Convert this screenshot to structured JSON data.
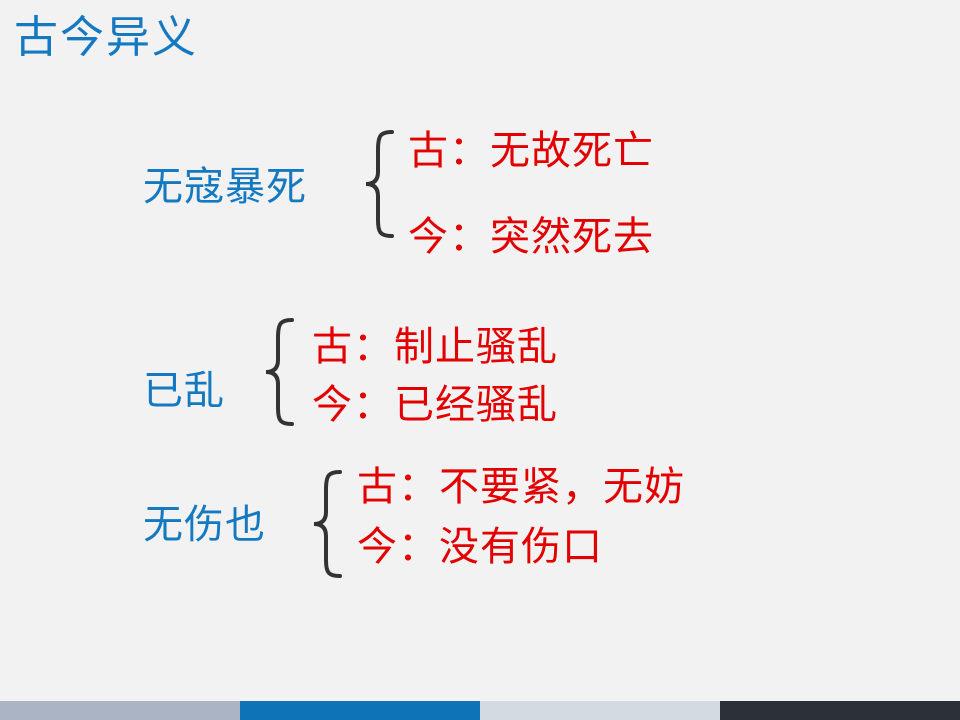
{
  "title": "古今异义",
  "groups": [
    {
      "term": "无寇暴死",
      "ancient": "古：无故死亡",
      "modern": "今：突然死去"
    },
    {
      "term": "已乱",
      "ancient": "古：制止骚乱",
      "modern": "今：已经骚乱"
    },
    {
      "term": "无伤也",
      "ancient": "古：不要紧，无妨",
      "modern": "今：没有伤口"
    }
  ],
  "colors": {
    "title": "#1479c0",
    "term": "#1479c0",
    "definition": "#e30000",
    "background": "#f2f2f2",
    "footer": [
      "#aab4c4",
      "#0f73b8",
      "#d4dae1",
      "#2c3137"
    ]
  }
}
